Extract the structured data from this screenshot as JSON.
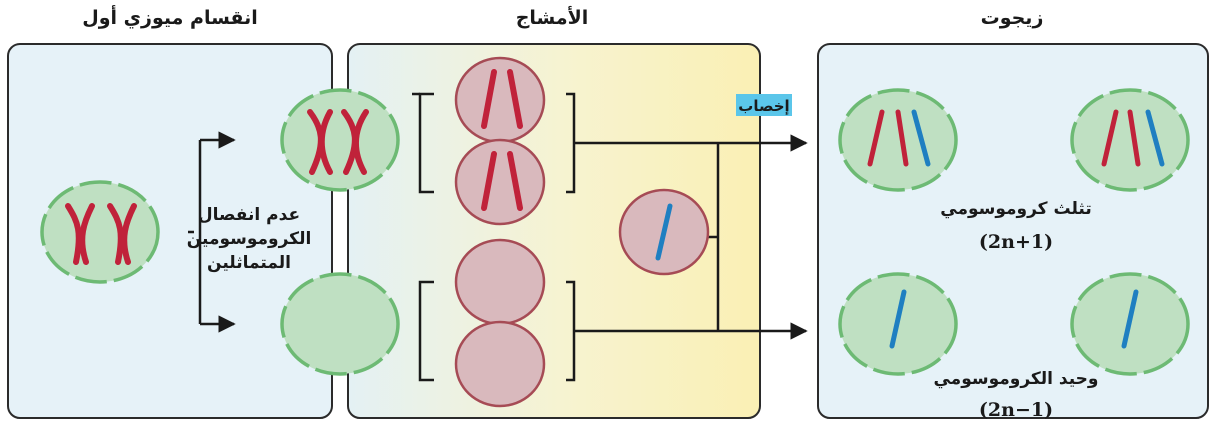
{
  "titles": {
    "meiosis": "انقسام ميوزي أول",
    "gametes": "الأمشاج",
    "zygotes": "زيجوت"
  },
  "nondisjunction": [
    "عدم انفصال",
    "الكروموسومين",
    "المتماثلين"
  ],
  "fertilization": "إخصاب",
  "trisomy": {
    "label": "تثلث كروموسومي",
    "formula": "(2n+1)"
  },
  "monosomy": {
    "label": "وحيد الكروموسومي",
    "formula": "(2n−1)"
  },
  "colors": {
    "panel_blue": "#e6f2f8",
    "gamete_yellow": "#faf0b8",
    "cell_green": "#bfe0c2",
    "cell_border_green": "#6dba74",
    "gamete_fill": "#d9b9bd",
    "gamete_border": "#a64b55",
    "chrom_red": "#c0223a",
    "chrom_blue": "#1f7fc1",
    "tag_bg": "#5bc6ea"
  }
}
